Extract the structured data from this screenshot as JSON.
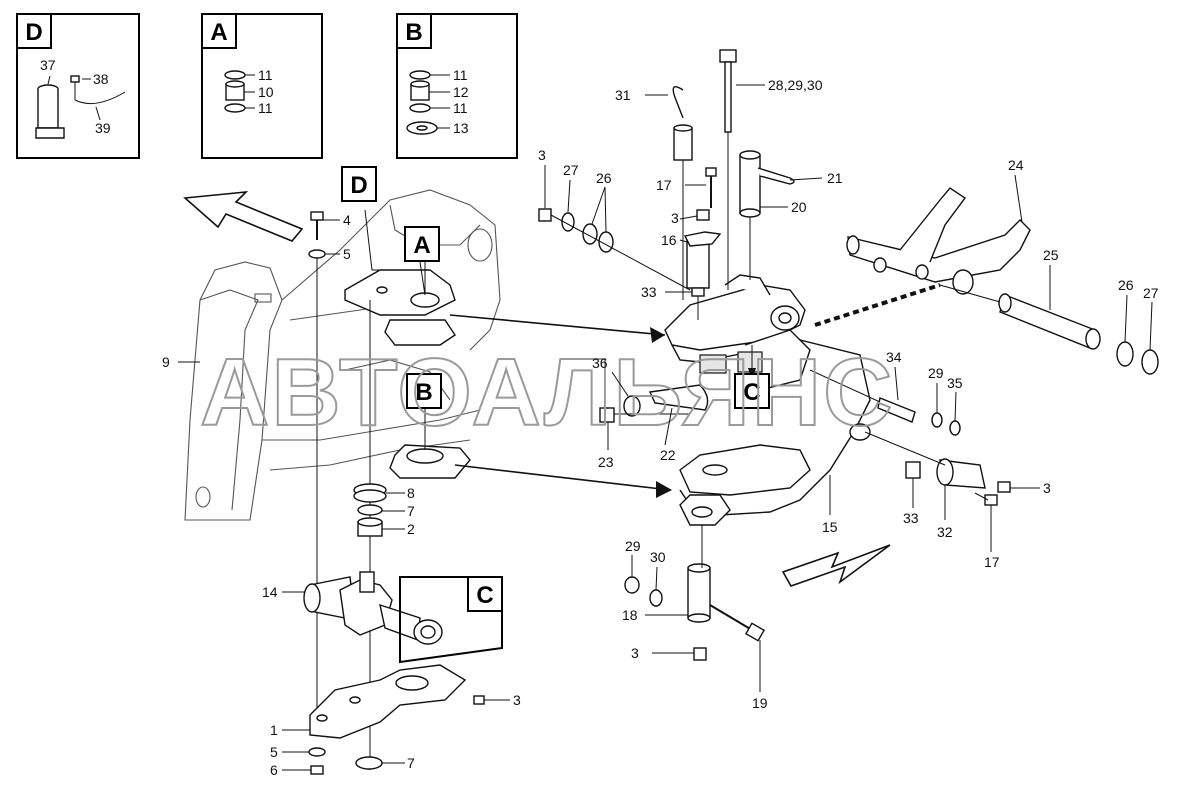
{
  "watermark": "АВТОАЛЬЯНС",
  "detail_boxes": [
    {
      "letter": "D",
      "parts": [
        "37",
        "38",
        "39"
      ]
    },
    {
      "letter": "A",
      "parts": [
        "11",
        "10",
        "11"
      ]
    },
    {
      "letter": "B",
      "parts": [
        "11",
        "12",
        "11",
        "13"
      ]
    },
    {
      "letter": "C"
    }
  ],
  "callouts": {
    "A": "A",
    "B": "B",
    "C": "C",
    "D": "D"
  },
  "labels": {
    "p1": "1",
    "p2": "2",
    "p3a": "3",
    "p3b": "3",
    "p3c": "3",
    "p3d": "3",
    "p3e": "3",
    "p4": "4",
    "p5a": "5",
    "p5b": "5",
    "p6": "6",
    "p7a": "7",
    "p7b": "7",
    "p8": "8",
    "p9": "9",
    "p14": "14",
    "p15": "15",
    "p16": "16",
    "p17a": "17",
    "p17b": "17",
    "p18": "18",
    "p19": "19",
    "p20": "20",
    "p21": "21",
    "p22": "22",
    "p23": "23",
    "p24": "24",
    "p25": "25",
    "p26a": "26",
    "p26b": "26",
    "p27a": "27",
    "p27b": "27",
    "p28": "28,29,30",
    "p29a": "29",
    "p29b": "29",
    "p30": "30",
    "p31": "31",
    "p32": "32",
    "p33a": "33",
    "p33b": "33",
    "p34": "34",
    "p35": "35",
    "p36": "36",
    "d37": "37",
    "d38": "38",
    "d39": "39",
    "a11a": "11",
    "a10": "10",
    "a11b": "11",
    "b11a": "11",
    "b12": "12",
    "b11b": "11",
    "b13": "13"
  }
}
